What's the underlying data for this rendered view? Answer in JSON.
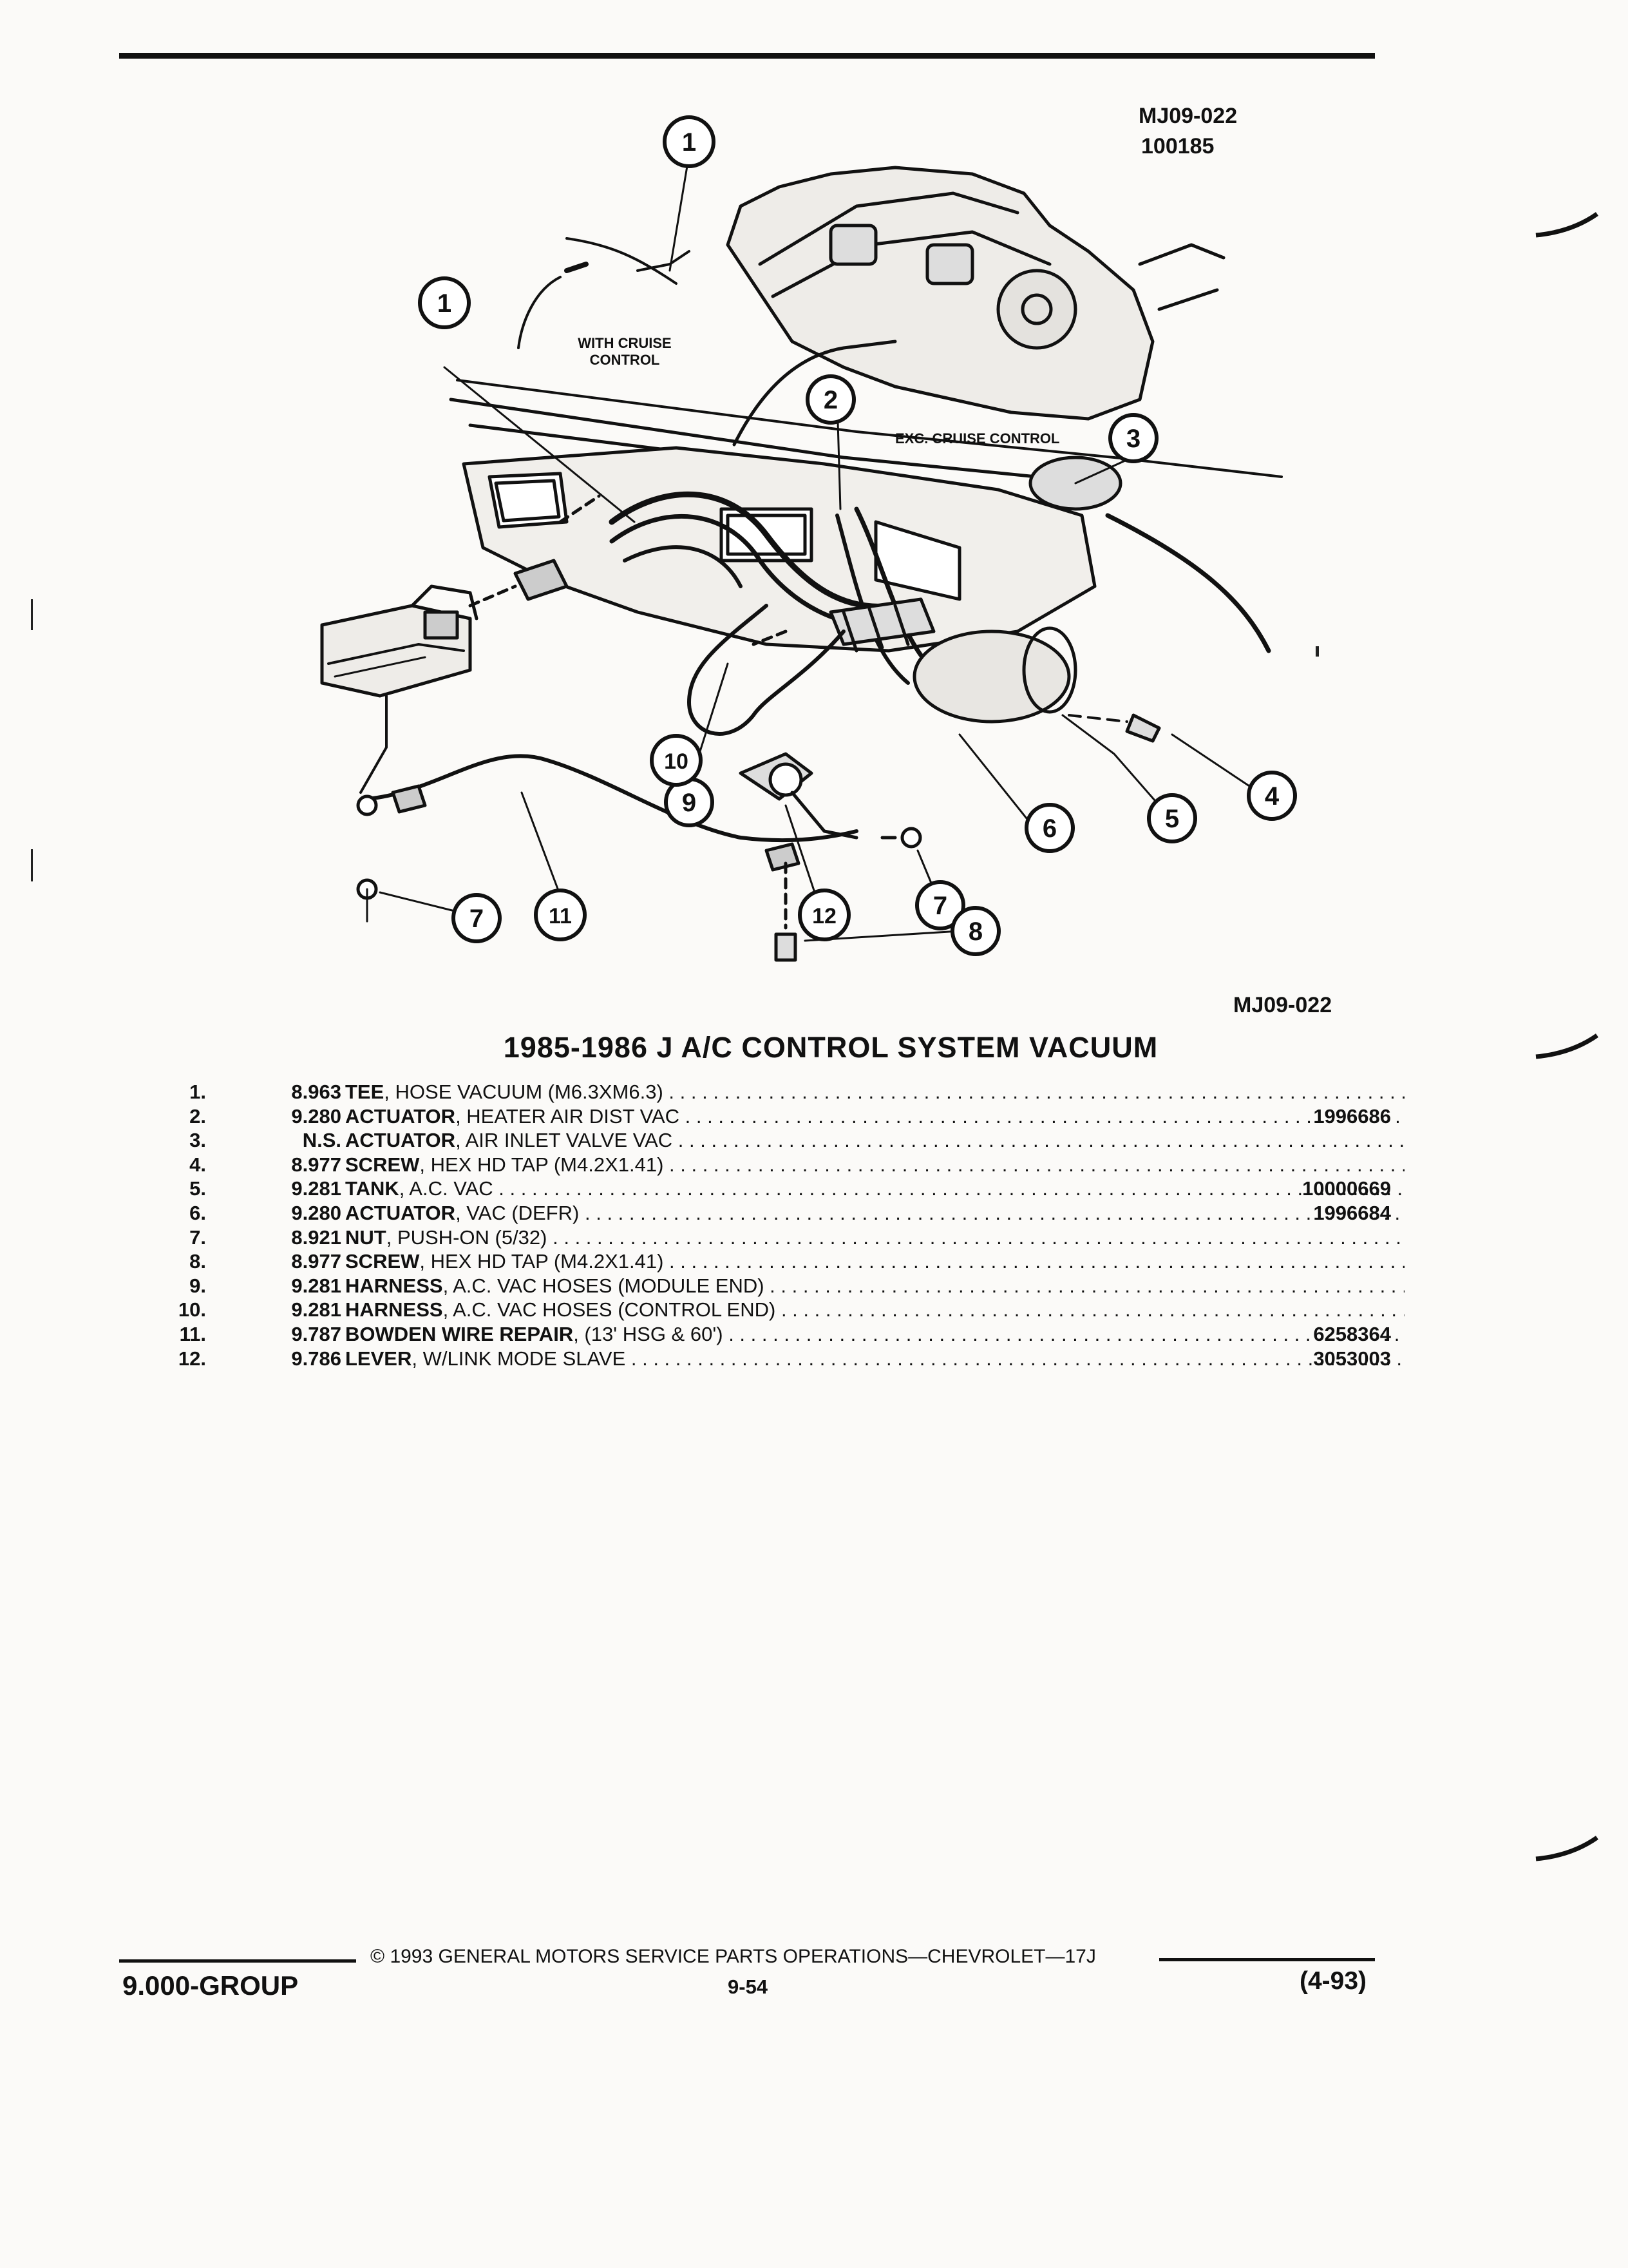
{
  "header": {
    "code_line1": "MJ09-022",
    "code_line2": "100185"
  },
  "figure": {
    "code": "MJ09-022",
    "label_with_cruise_line1": "WITH CRUISE",
    "label_with_cruise_line2": "CONTROL",
    "label_exc_cruise": "EXC. CRUISE CONTROL",
    "callout_1a": "1",
    "callout_1b": "1",
    "callout_2": "2",
    "callout_3": "3",
    "callout_4": "4",
    "callout_5": "5",
    "callout_6": "6",
    "callout_7a": "7",
    "callout_7b": "7",
    "callout_8": "8",
    "callout_9": "9",
    "callout_10": "10",
    "callout_11": "11",
    "callout_12": "12"
  },
  "title": "1985-1986 J A/C CONTROL SYSTEM VACUUM",
  "parts": [
    {
      "num": "1.",
      "group": "8.963",
      "name": "TEE",
      "detail": ", HOSE VACUUM (M6.3XM6.3)",
      "part_no": ""
    },
    {
      "num": "2.",
      "group": "9.280",
      "name": "ACTUATOR",
      "detail": ", HEATER AIR DIST VAC",
      "part_no": "1996686"
    },
    {
      "num": "3.",
      "group": "N.S.",
      "name": "ACTUATOR",
      "detail": ", AIR INLET VALVE VAC",
      "part_no": ""
    },
    {
      "num": "4.",
      "group": "8.977",
      "name": "SCREW",
      "detail": ", HEX HD TAP (M4.2X1.41)",
      "part_no": ""
    },
    {
      "num": "5.",
      "group": "9.281",
      "name": "TANK",
      "detail": ", A.C. VAC",
      "part_no": "10000669"
    },
    {
      "num": "6.",
      "group": "9.280",
      "name": "ACTUATOR",
      "detail": ", VAC (DEFR)",
      "part_no": "1996684"
    },
    {
      "num": "7.",
      "group": "8.921",
      "name": "NUT",
      "detail": ", PUSH-ON (5/32)",
      "part_no": ""
    },
    {
      "num": "8.",
      "group": "8.977",
      "name": "SCREW",
      "detail": ", HEX HD TAP (M4.2X1.41)",
      "part_no": ""
    },
    {
      "num": "9.",
      "group": "9.281",
      "name": "HARNESS",
      "detail": ", A.C. VAC HOSES (MODULE END)",
      "part_no": ""
    },
    {
      "num": "10.",
      "group": "9.281",
      "name": "HARNESS",
      "detail": ", A.C. VAC HOSES (CONTROL END)",
      "part_no": ""
    },
    {
      "num": "11.",
      "group": "9.787",
      "name": "BOWDEN WIRE REPAIR",
      "detail": ", (13' HSG & 60')",
      "part_no": "6258364"
    },
    {
      "num": "12.",
      "group": "9.786",
      "name": "LEVER",
      "detail": ", W/LINK MODE SLAVE",
      "part_no": "3053003"
    }
  ],
  "footer": {
    "copyright": "© 1993 GENERAL MOTORS SERVICE PARTS OPERATIONS—CHEVROLET—17J",
    "group": "9.000-GROUP",
    "page": "9-54",
    "date": "(4-93)"
  }
}
